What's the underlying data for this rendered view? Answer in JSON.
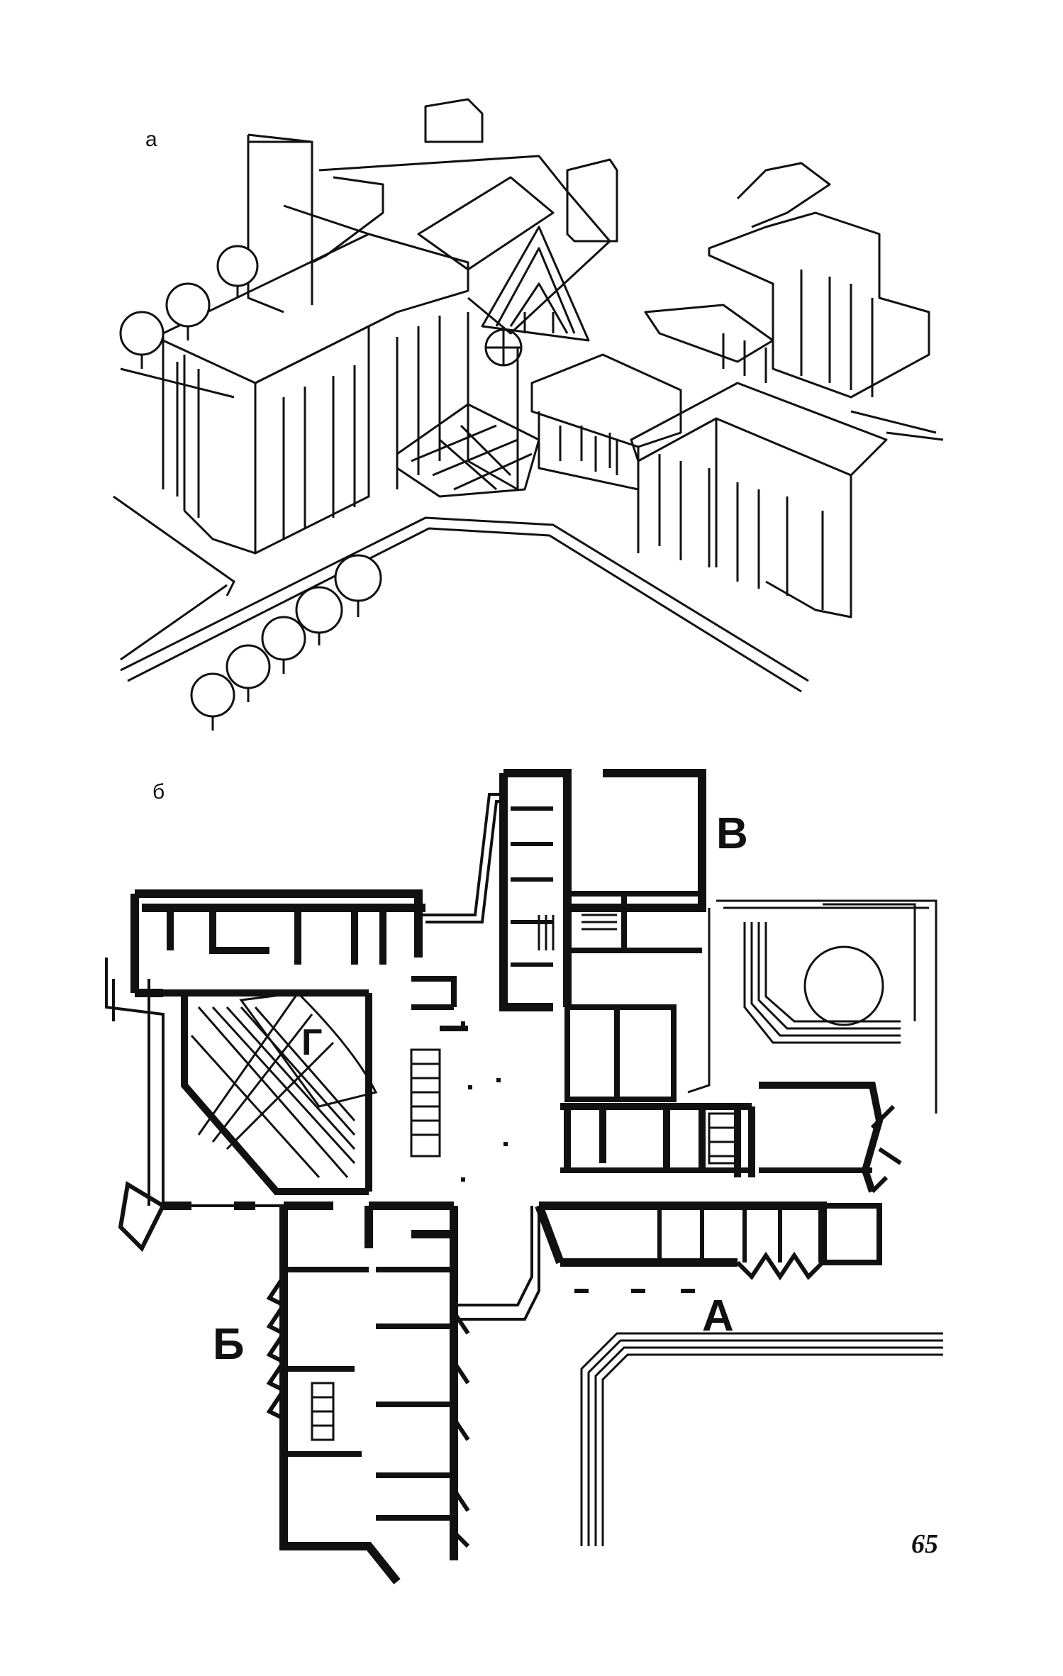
{
  "figure_labels": {
    "a": "а",
    "b": "б"
  },
  "plan_labels": {
    "A": "А",
    "B": "Б",
    "V": "В",
    "G": "Г"
  },
  "page_number": "65",
  "colors": {
    "ink": "#111111",
    "paper": "#ffffff"
  }
}
